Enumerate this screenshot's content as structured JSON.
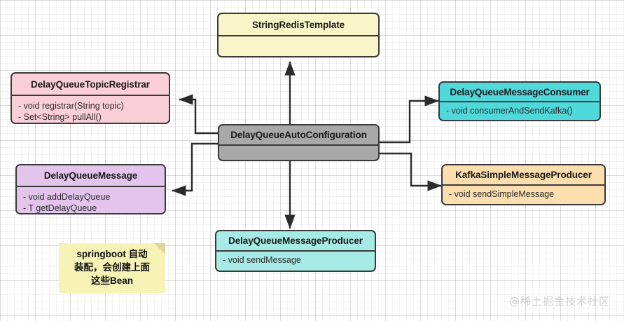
{
  "diagram": {
    "title": "DelayQueue Spring Boot AutoConfiguration class diagram",
    "background": "#ffffff",
    "grid": {
      "minor": "10px",
      "major": "50px"
    }
  },
  "classes": [
    {
      "id": "string-redis-template",
      "name": "StringRedisTemplate",
      "color": "#f9f5c8",
      "members": []
    },
    {
      "id": "delay-queue-topic-registrar",
      "name": "DelayQueueTopicRegistrar",
      "color": "#fbcfd8",
      "members": [
        "- void registrar(String topic)",
        "- Set<String> pullAll()"
      ]
    },
    {
      "id": "delay-queue-message",
      "name": "DelayQueueMessage",
      "color": "#e3c4ec",
      "members": [
        "- void addDelayQueue",
        "- T getDelayQueue"
      ]
    },
    {
      "id": "delay-queue-auto-configuration",
      "name": "DelayQueueAutoConfiguration",
      "color": "#a8a8a8",
      "members": []
    },
    {
      "id": "delay-queue-message-consumer",
      "name": "DelayQueueMessageConsumer",
      "color": "#4fd9db",
      "members": [
        "- void consumerAndSendKafka()"
      ]
    },
    {
      "id": "kafka-simple-message-producer",
      "name": "KafkaSimpleMessageProducer",
      "color": "#fcddad",
      "members": [
        "- void sendSimpleMessage"
      ]
    },
    {
      "id": "delay-queue-message-producer",
      "name": "DelayQueueMessageProducer",
      "color": "#a6ebe6",
      "members": [
        "- void sendMessage"
      ]
    }
  ],
  "note": {
    "id": "springboot-note",
    "lines": [
      "springboot 自动",
      "装配，会创建上面",
      "这些Bean"
    ],
    "color": "#f7f2b6"
  },
  "watermark": {
    "text": "@稀土掘金技术社区"
  },
  "connections": [
    {
      "from": "delay-queue-auto-configuration",
      "to": "string-redis-template",
      "direction": "up"
    },
    {
      "from": "delay-queue-auto-configuration",
      "to": "delay-queue-topic-registrar",
      "direction": "left-up"
    },
    {
      "from": "delay-queue-auto-configuration",
      "to": "delay-queue-message",
      "direction": "left-down"
    },
    {
      "from": "delay-queue-auto-configuration",
      "to": "delay-queue-message-consumer",
      "direction": "right-up"
    },
    {
      "from": "delay-queue-auto-configuration",
      "to": "kafka-simple-message-producer",
      "direction": "right-down"
    },
    {
      "from": "delay-queue-auto-configuration",
      "to": "delay-queue-message-producer",
      "direction": "down"
    }
  ]
}
